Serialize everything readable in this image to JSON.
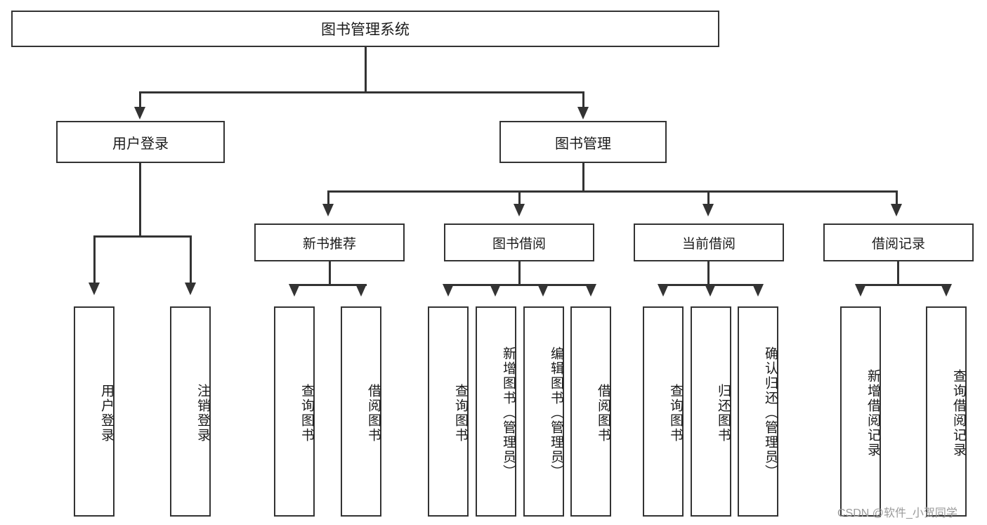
{
  "diagram": {
    "title": "图书管理系统",
    "type": "tree-hierarchy",
    "root": {
      "label": "图书管理系统"
    },
    "level1": [
      {
        "label": "用户登录"
      },
      {
        "label": "图书管理"
      }
    ],
    "level2": [
      {
        "label": "新书推荐"
      },
      {
        "label": "图书借阅"
      },
      {
        "label": "当前借阅"
      },
      {
        "label": "借阅记录"
      }
    ],
    "leaves": {
      "user_login": [
        {
          "label": "用户登录"
        },
        {
          "label": "注销登录"
        }
      ],
      "new_book_recommend": [
        {
          "label": "查询图书"
        },
        {
          "label": "借阅图书"
        }
      ],
      "book_borrow": [
        {
          "label": "查询图书"
        },
        {
          "label": "新增图书（管理员）"
        },
        {
          "label": "编辑图书（管理员）"
        },
        {
          "label": "借阅图书"
        }
      ],
      "current_borrow": [
        {
          "label": "查询图书"
        },
        {
          "label": "归还图书"
        },
        {
          "label": "确认归还（管理员）"
        }
      ],
      "borrow_record": [
        {
          "label": "新增借阅记录"
        },
        {
          "label": "查询借阅记录"
        }
      ]
    }
  },
  "watermark": {
    "text": "CSDN @软件_小贺同学"
  },
  "colors": {
    "stroke": "#333333",
    "background": "#ffffff",
    "text": "#1a1a1a",
    "watermark": "#9a9a9a"
  }
}
